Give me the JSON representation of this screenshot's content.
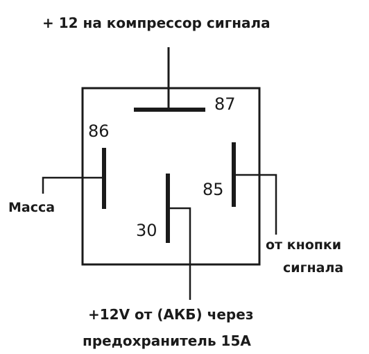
{
  "labels": {
    "top": "+ 12 на компрессор сигнала",
    "ground": "Масса",
    "button_line1": "от кнопки",
    "button_line2": "сигнала",
    "battery_line1": "+12V от (АКБ) через",
    "battery_line2": "предохранитель 15А"
  },
  "pins": {
    "p87": "87",
    "p86": "86",
    "p85": "85",
    "p30": "30"
  },
  "colors": {
    "line": "#1a1a1a",
    "background": "#ffffff"
  }
}
